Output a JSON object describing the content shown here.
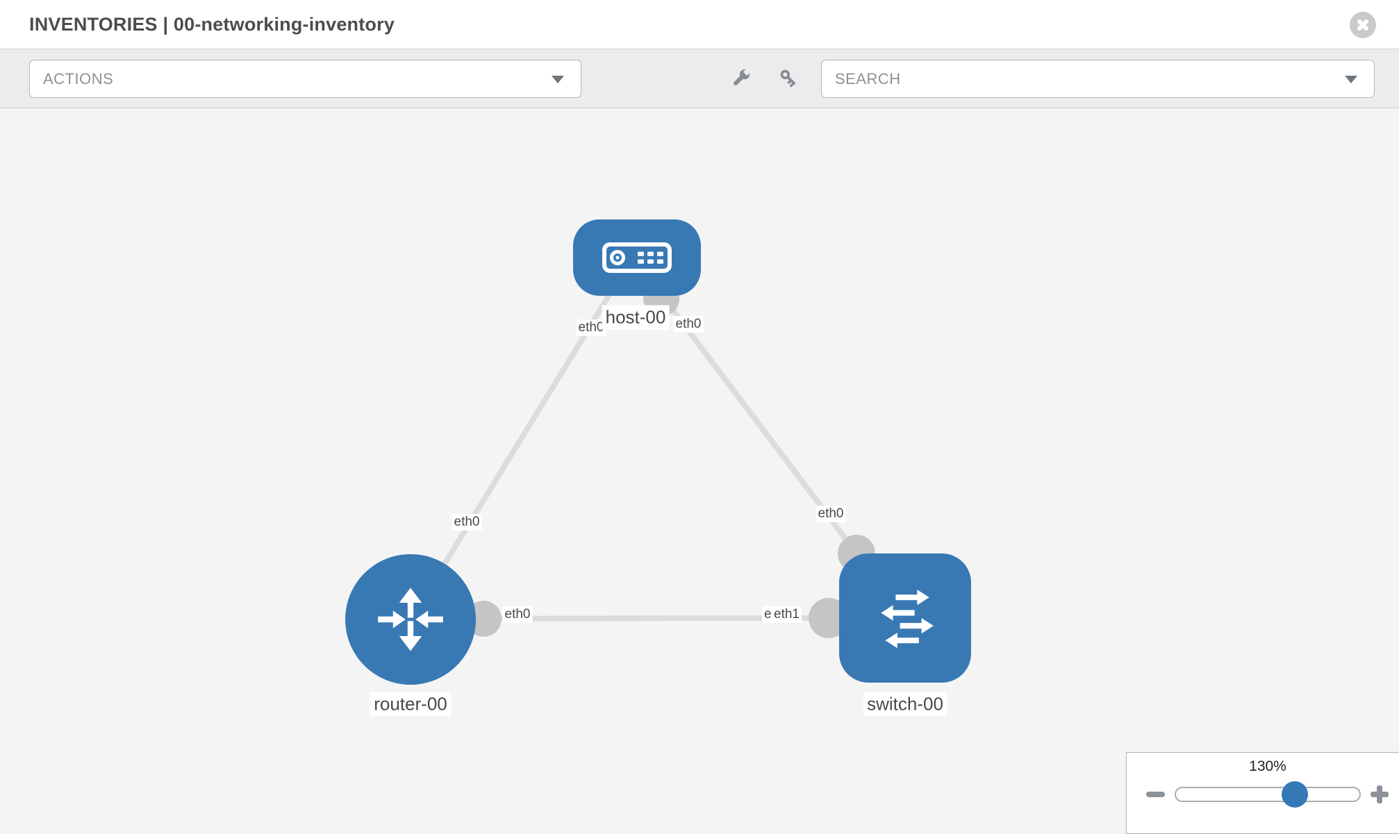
{
  "header": {
    "title": "INVENTORIES | 00-networking-inventory"
  },
  "toolbar": {
    "actions_dropdown": {
      "placeholder": "ACTIONS"
    },
    "search_dropdown": {
      "placeholder": "SEARCH"
    },
    "icons": [
      "wrench",
      "key"
    ]
  },
  "diagram": {
    "nodes": [
      {
        "id": "host-00",
        "type": "host",
        "label": "host-00"
      },
      {
        "id": "router-00",
        "type": "router",
        "label": "router-00"
      },
      {
        "id": "switch-00",
        "type": "switch",
        "label": "switch-00"
      }
    ],
    "links": [
      {
        "from": "host-00",
        "from_interface": "eth0",
        "to": "router-00",
        "to_interface": "eth0"
      },
      {
        "from": "host-00",
        "from_interface": "eth0",
        "to": "switch-00",
        "to_interface": "eth0"
      },
      {
        "from": "router-00",
        "from_interface": "eth0",
        "to": "switch-00",
        "to_interface": "eth1",
        "occluded_interface_label": "eth0"
      }
    ],
    "colors": {
      "node_fill": "#3879b4",
      "link_stroke": "#dcdcdc",
      "endpoint_fill": "#c5c5c5",
      "background": "#f4f4f4"
    }
  },
  "zoom_control": {
    "level": "130%"
  }
}
